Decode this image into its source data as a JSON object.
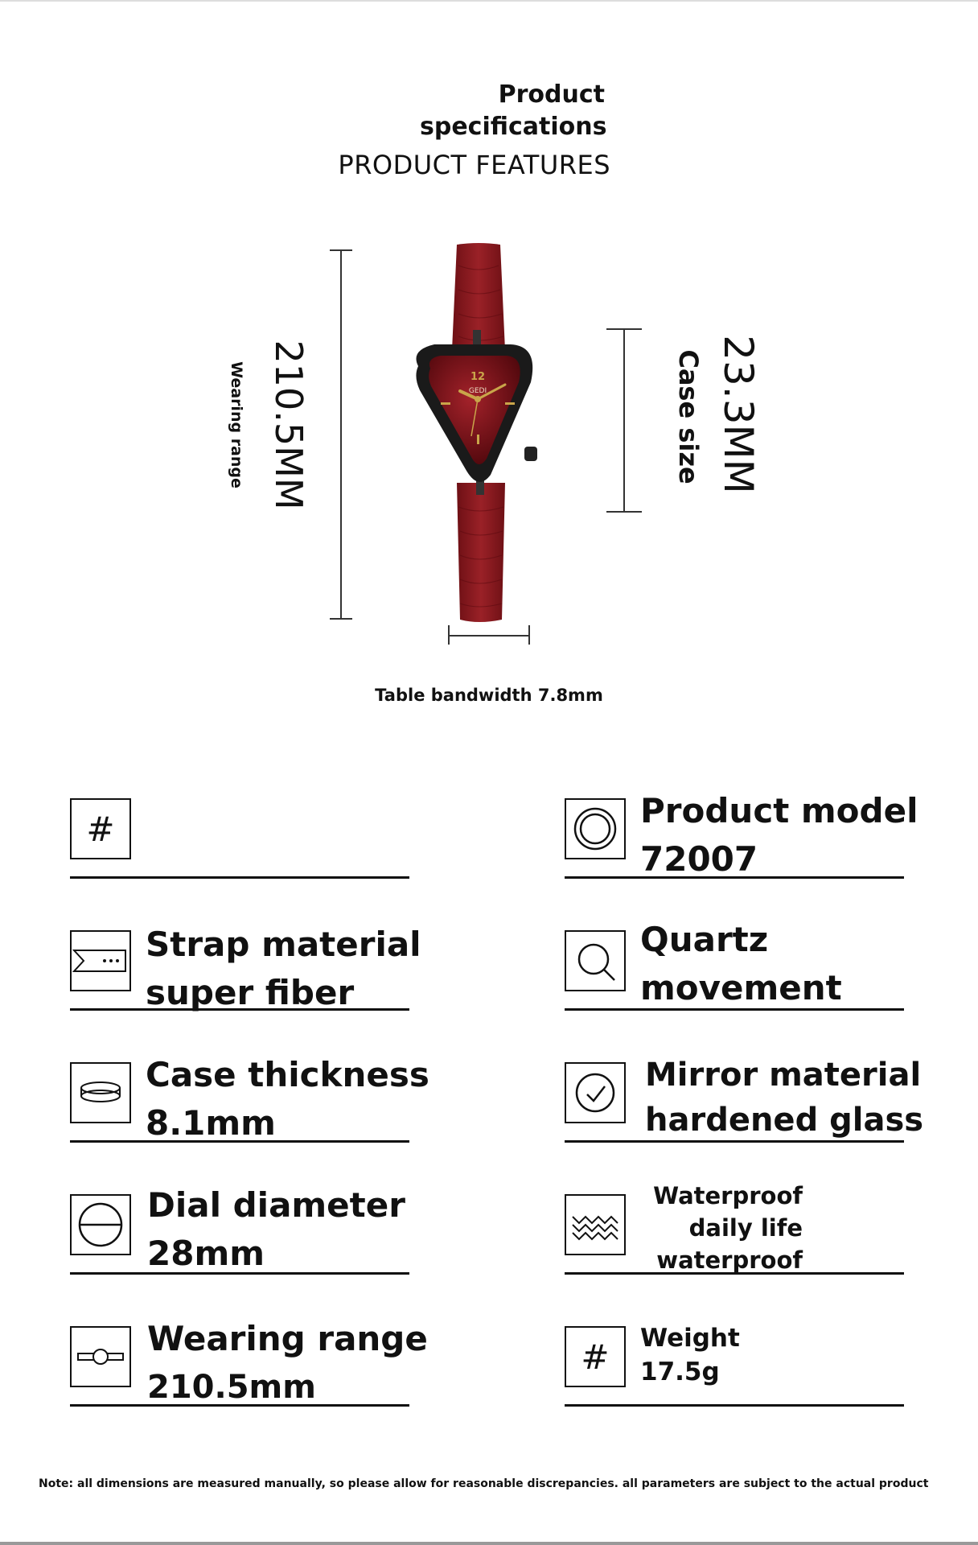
{
  "header": {
    "title": "Product specifications",
    "subtitle": "PRODUCT FEATURES"
  },
  "dimensions": {
    "wearing_value": "210.5MM",
    "wearing_label": "Wearing range",
    "case_value": "23.3MM",
    "case_label": "Case size",
    "bandwidth_label": "Table bandwidth 7.8mm",
    "dial_brand": "GEDI",
    "dial_twelve": "12"
  },
  "specs": {
    "s0": {
      "line1": "",
      "line2": ""
    },
    "s1": {
      "line1": "Product model",
      "line2": "72007"
    },
    "s2": {
      "line1": "Strap material",
      "line2": "super fiber"
    },
    "s3": {
      "line1": "Quartz",
      "line2": "movement"
    },
    "s4": {
      "line1": "Case thickness",
      "line2": "8.1mm"
    },
    "s5": {
      "line1": "Mirror material",
      "line2": "hardened glass"
    },
    "s6": {
      "line1": "Dial diameter",
      "line2": "28mm"
    },
    "s7": {
      "line1": "Waterproof",
      "line2": "daily life",
      "line3": "waterproof"
    },
    "s8": {
      "line1": "Wearing range",
      "line2": "210.5mm"
    },
    "s9": {
      "line1": "Weight",
      "line2": "17.5g"
    },
    "hash_symbol": "#"
  },
  "note": "Note: all dimensions are measured manually, so please allow for reasonable discrepancies. all parameters are subject to the actual product",
  "colors": {
    "strap": "#8e1a1f",
    "dial": "#7a0e14",
    "case": "#1a1a1a",
    "gold": "#c9a54a"
  }
}
